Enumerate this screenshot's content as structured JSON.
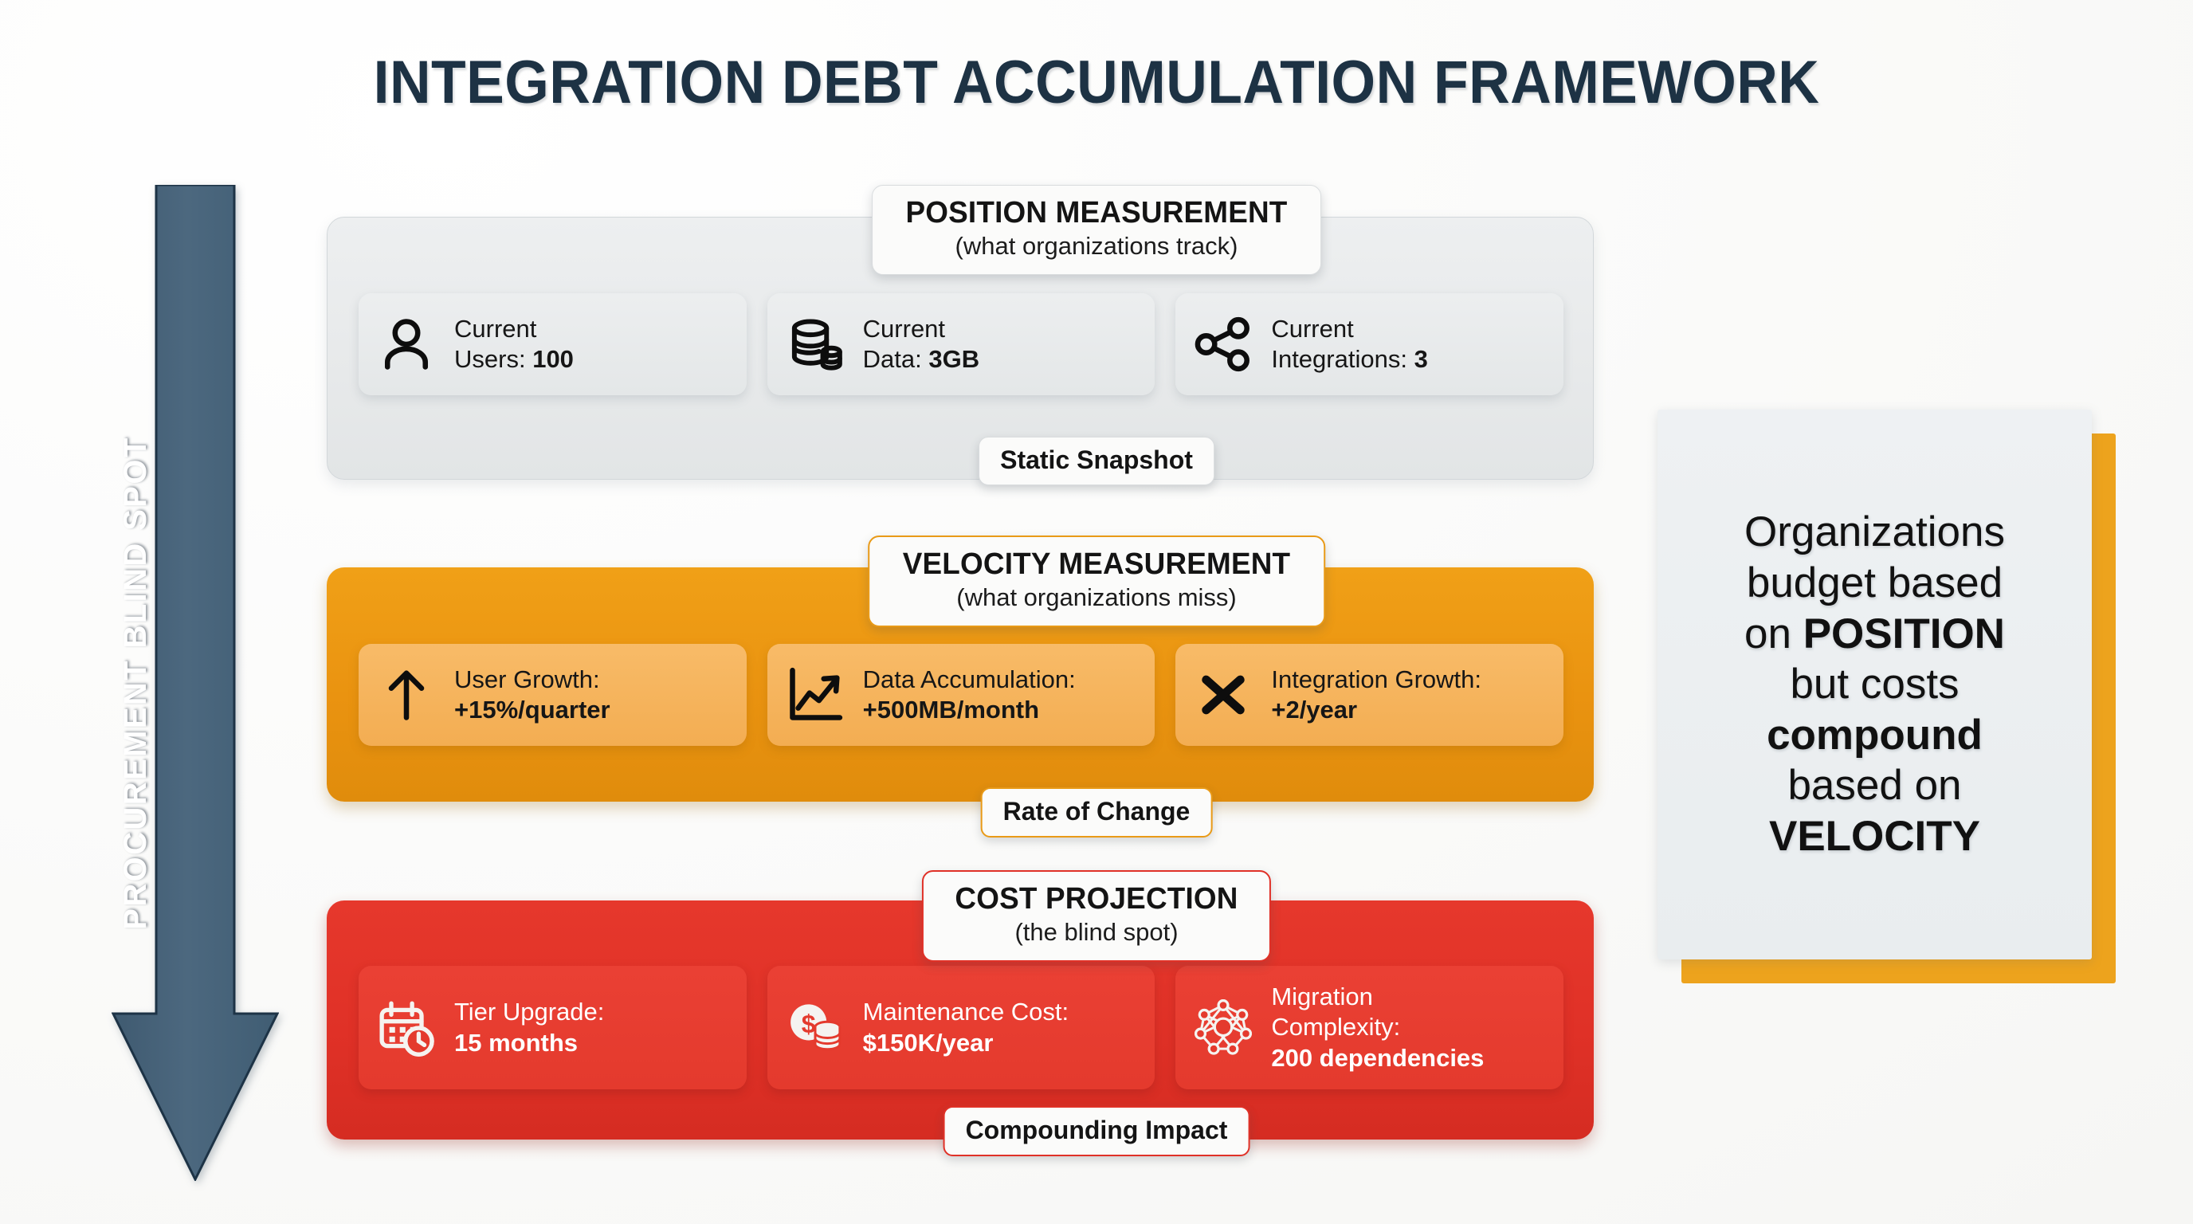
{
  "title": "INTEGRATION DEBT ACCUMULATION FRAMEWORK",
  "blind_spot_arrow": {
    "label": "PROCUREMENT BLIND SPOT",
    "color": "#4a657c",
    "direction": "down"
  },
  "sections": [
    {
      "id": "position",
      "header_title": "POSITION MEASUREMENT",
      "header_subtitle": "(what organizations track)",
      "badge": "Static Snapshot",
      "band_color": "#e7e9ea",
      "cards": [
        {
          "icon": "user-icon",
          "label": "Current",
          "value_label": "Users:",
          "value": "100"
        },
        {
          "icon": "database-icon",
          "label": "Current",
          "value_label": "Data:",
          "value": "3GB"
        },
        {
          "icon": "share-nodes-icon",
          "label": "Current",
          "value_label": "Integrations:",
          "value": "3"
        }
      ]
    },
    {
      "id": "velocity",
      "header_title": "VELOCITY MEASUREMENT",
      "header_subtitle": "(what organizations miss)",
      "badge": "Rate of Change",
      "band_color": "#ea9310",
      "cards": [
        {
          "icon": "arrow-up-icon",
          "label": "User Growth:",
          "value": "+15%/quarter"
        },
        {
          "icon": "chart-line-icon",
          "label": "Data Accumulation:",
          "value": "+500MB/month"
        },
        {
          "icon": "x-mark-icon",
          "label": "Integration Growth:",
          "value": "+2/year"
        }
      ]
    },
    {
      "id": "cost",
      "header_title": "COST PROJECTION",
      "header_subtitle": "(the blind spot)",
      "badge": "Compounding Impact",
      "band_color": "#e03127",
      "cards": [
        {
          "icon": "calendar-clock-icon",
          "label": "Tier Upgrade:",
          "value": "15 months"
        },
        {
          "icon": "money-coins-icon",
          "label": "Maintenance Cost:",
          "value": "$150K/year"
        },
        {
          "icon": "network-nodes-icon",
          "label_line1": "Migration",
          "label": "Complexity:",
          "value": "200 dependencies"
        }
      ]
    }
  ],
  "callout": {
    "line1": "Organizations",
    "line2": "budget based",
    "line3_plain": "on ",
    "line3_bold": "POSITION",
    "line4": "but costs",
    "line5_bold": "compound",
    "line6": "based on",
    "line7_bold": "VELOCITY",
    "accent_color": "#eda31d"
  }
}
